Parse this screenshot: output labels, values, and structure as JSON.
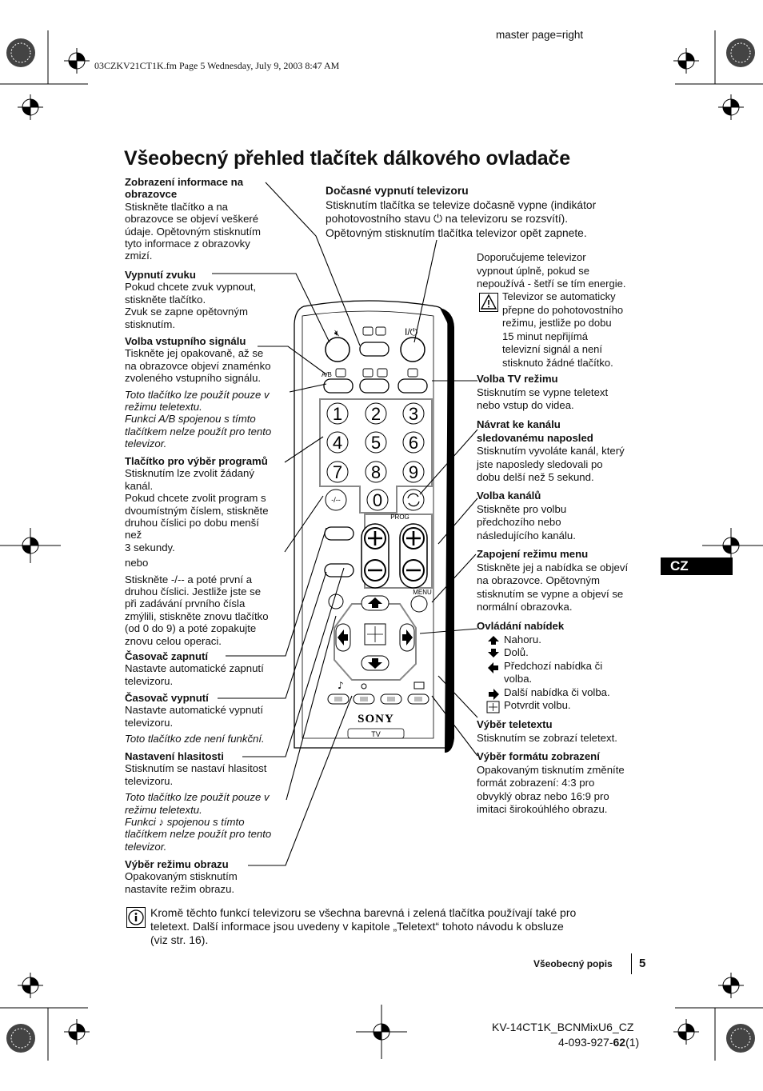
{
  "header": {
    "master_page": "master page=right",
    "file_info": "03CZKV21CT1K.fm  Page 5  Wednesday, July 9, 2003  8:47 AM"
  },
  "title": "Všeobecný přehled tlačítek dálkového ovladače",
  "left": {
    "info_display": {
      "title_line1": "Zobrazení informace na",
      "title_line2": "obrazovce",
      "lines": [
        "Stiskněte tlačítko a na",
        "obrazovce se objeví veškeré",
        "údaje. Opětovným stisknutím",
        "tyto informace z obrazovky",
        "zmizí."
      ]
    },
    "mute": {
      "title": "Vypnutí zvuku",
      "lines": [
        "Pokud chcete zvuk vypnout,",
        "stiskněte tlačítko.",
        "Zvuk se zapne opětovným",
        "stisknutím."
      ]
    },
    "input": {
      "title": "Volba vstupního signálu",
      "lines": [
        "Tiskněte jej opakovaně, až se",
        "na obrazovce objeví znaménko",
        "zvoleného vstupního signálu."
      ],
      "note_lines": [
        "Toto tlačítko lze použít pouze v",
        "režimu teletextu.",
        "Funkci A/B spojenou s tímto",
        "tlačítkem nelze použít pro tento",
        "televizor."
      ]
    },
    "program": {
      "title": "Tlačítko pro výběr programů",
      "lines": [
        "Stisknutím lze zvolit žádaný",
        "kanál.",
        "Pokud chcete zvolit program s",
        "dvoumístným číslem, stiskněte",
        "druhou číslici po dobu menší",
        "než",
        "3 sekundy."
      ],
      "or": "nebo",
      "lines2": [
        "Stiskněte -/-- a poté první a",
        "druhou číslici. Jestliže jste se",
        "při zadávání prvního čísla",
        "zmýlili, stiskněte znovu tlačítko",
        "(od 0 do 9) a poté zopakujte",
        "znovu celou operaci."
      ]
    },
    "timer_on": {
      "title": "Časovač zapnutí",
      "lines": [
        "Nastavte automatické zapnutí",
        "televizoru."
      ]
    },
    "timer_off": {
      "title": "Časovač vypnutí",
      "lines": [
        "Nastavte automatické vypnutí",
        "televizoru."
      ],
      "note": "Toto tlačítko zde není funkční."
    },
    "volume": {
      "title": "Nastavení hlasitosti",
      "lines": [
        "Stisknutím se nastaví hlasitost",
        "televizoru."
      ],
      "note_lines": [
        "Toto tlačítko lze použít pouze v",
        "režimu teletextu.",
        "Funkci ♪ spojenou s tímto",
        "tlačítkem nelze použít pro tento",
        "televizor."
      ]
    },
    "picture": {
      "title": "Výběr režimu obrazu",
      "lines": [
        "Opakovaným stisknutím",
        "nastavíte režim obrazu."
      ]
    }
  },
  "top": {
    "standby": {
      "title": "Dočasné vypnutí televizoru",
      "lines": [
        "Stisknutím tlačítka se televize dočasně vypne (indikátor",
        "pohotovostního stavu ⏻ na televizoru se rozsvítí).",
        "Opětovným stisknutím tlačítka televizor opět zapnete."
      ]
    }
  },
  "right": {
    "recommend_lines": [
      "Doporučujeme televizor",
      "vypnout úplně, pokud se",
      "nepoužívá - šetří se tím energie."
    ],
    "warning_lines": [
      "Televizor se automaticky",
      "přepne do pohotovostního",
      "režimu, jestliže po dobu",
      "15 minut nepřijímá",
      "televizní signál a není",
      "stisknuto žádné tlačítko."
    ],
    "tv_mode": {
      "title": "Volba TV režimu",
      "lines": [
        "Stisknutím se vypne teletext",
        "nebo vstup do videa."
      ]
    },
    "last_channel": {
      "title_line1": "Návrat ke kanálu",
      "title_line2": "sledovanému naposled",
      "lines": [
        "Stisknutím vyvoláte kanál, který",
        "jste naposledy sledovali po",
        "dobu delší než 5 sekund."
      ]
    },
    "channel": {
      "title": "Volba kanálů",
      "lines": [
        "Stiskněte pro volbu",
        "předchozího nebo",
        "následujícího kanálu."
      ]
    },
    "menu": {
      "title": "Zapojení režimu menu",
      "lines": [
        "Stiskněte jej a nabídka se objeví",
        "na obrazovce. Opětovným",
        "stisknutím se vypne a objeví se",
        "normální obrazovka."
      ]
    },
    "menu_control": {
      "title": "Ovládání nabídek",
      "items": [
        "Nahoru.",
        "Dolů.",
        "Předchozí nabídka či",
        "volba.",
        "Další nabídka či volba.",
        "Potvrdit volbu."
      ]
    },
    "teletext": {
      "title": "Výběr teletextu",
      "lines": [
        "Stisknutím se zobrazí teletext."
      ]
    },
    "format": {
      "title": "Výběr formátu zobrazení",
      "lines": [
        "Opakovaným tisknutím změníte",
        "formát zobrazení: 4:3 pro",
        "obvyklý obraz nebo 16:9 pro",
        "imitaci širokoúhlého obrazu."
      ]
    },
    "side_tab": "CZ"
  },
  "remote": {
    "digits": [
      "1",
      "2",
      "3",
      "4",
      "5",
      "6",
      "7",
      "8",
      "9",
      "0"
    ],
    "labels": {
      "ab": "A/B",
      "dash": "-/--",
      "prog": "PROG",
      "menu": "MENU",
      "brand": "SONY",
      "tv": "TV",
      "power": "I/⏻",
      "plus": "+",
      "minus": "−"
    }
  },
  "bottom": {
    "info_lines": [
      "Kromě těchto funkcí televizoru se všechna barevná i zelená tlačítka používají také pro",
      "teletext. Další informace jsou uvedeny v kapitole „Teletext“ tohoto návodu k obsluze",
      "(viz str. 16)."
    ]
  },
  "footer": {
    "section": "Všeobecný popis",
    "page": "5",
    "model": "KV-14CT1K_BCNMixU6_CZ",
    "code_prefix": "4-093-927-",
    "code_bold": "62",
    "code_suffix": "(1)"
  }
}
